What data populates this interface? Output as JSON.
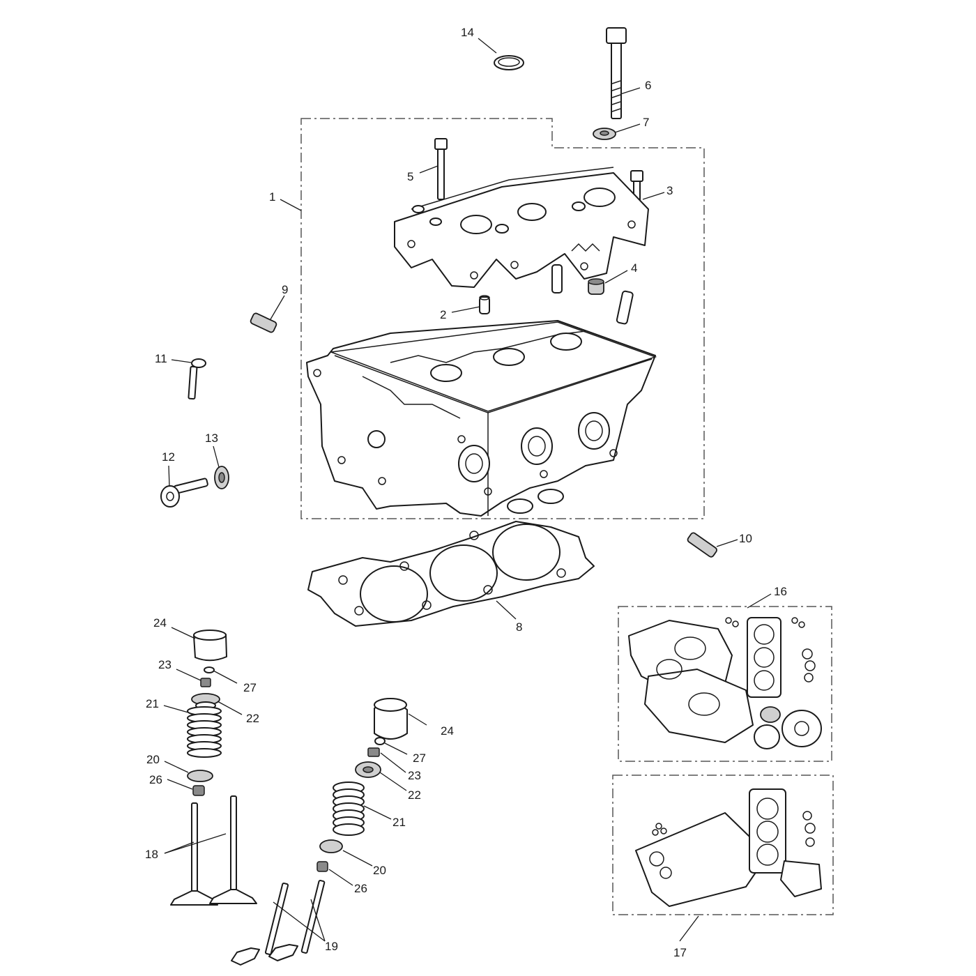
{
  "diagram": {
    "callouts": [
      {
        "id": "c1",
        "label": "1"
      },
      {
        "id": "c2",
        "label": "2"
      },
      {
        "id": "c3",
        "label": "3"
      },
      {
        "id": "c4",
        "label": "4"
      },
      {
        "id": "c5",
        "label": "5"
      },
      {
        "id": "c6",
        "label": "6"
      },
      {
        "id": "c7",
        "label": "7"
      },
      {
        "id": "c8",
        "label": "8"
      },
      {
        "id": "c9",
        "label": "9"
      },
      {
        "id": "c10",
        "label": "10"
      },
      {
        "id": "c11",
        "label": "11"
      },
      {
        "id": "c12",
        "label": "12"
      },
      {
        "id": "c13",
        "label": "13"
      },
      {
        "id": "c14",
        "label": "14"
      },
      {
        "id": "c16",
        "label": "16"
      },
      {
        "id": "c17",
        "label": "17"
      },
      {
        "id": "c18",
        "label": "18"
      },
      {
        "id": "c19",
        "label": "19"
      },
      {
        "id": "c20a",
        "label": "20"
      },
      {
        "id": "c20b",
        "label": "20"
      },
      {
        "id": "c21a",
        "label": "21"
      },
      {
        "id": "c21b",
        "label": "21"
      },
      {
        "id": "c22a",
        "label": "22"
      },
      {
        "id": "c22b",
        "label": "22"
      },
      {
        "id": "c23a",
        "label": "23"
      },
      {
        "id": "c23b",
        "label": "23"
      },
      {
        "id": "c24a",
        "label": "24"
      },
      {
        "id": "c24b",
        "label": "24"
      },
      {
        "id": "c26a",
        "label": "26"
      },
      {
        "id": "c26b",
        "label": "26"
      },
      {
        "id": "c27a",
        "label": "27"
      },
      {
        "id": "c27b",
        "label": "27"
      }
    ]
  }
}
